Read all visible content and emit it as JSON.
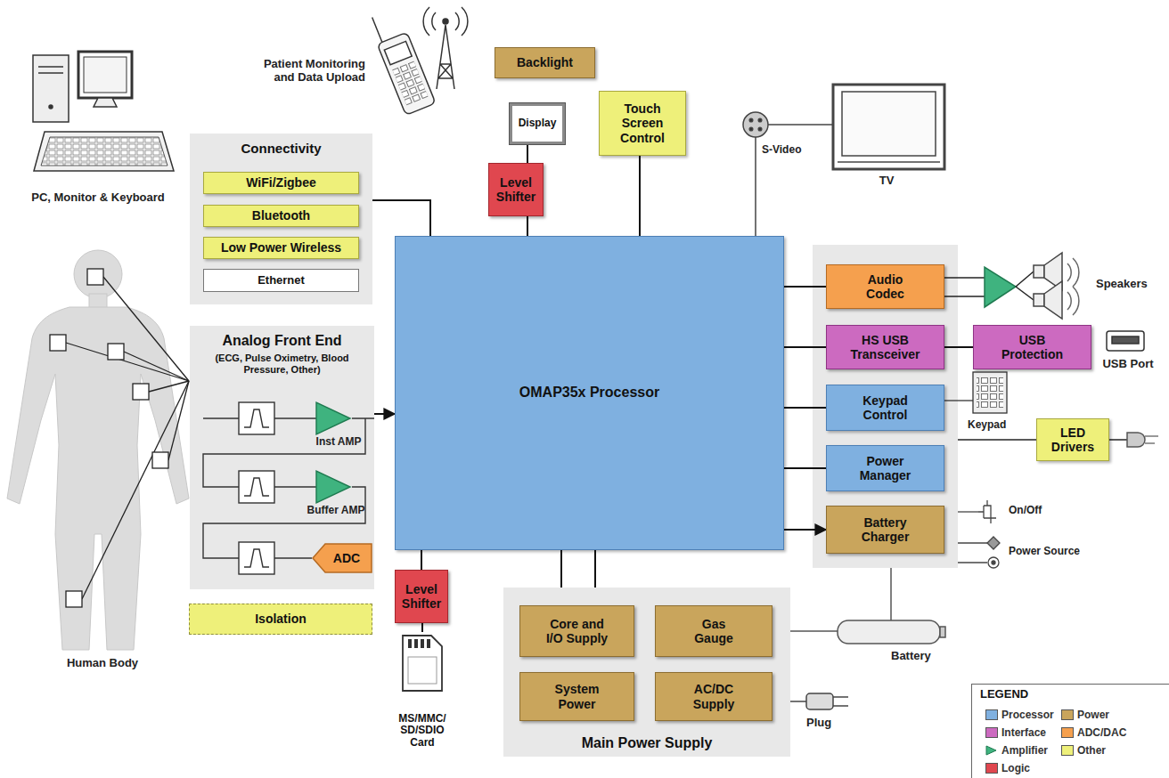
{
  "diagram": {
    "nodes": [
      {
        "text": [
          "Backlight"
        ]
      },
      {
        "text": [
          "Display"
        ]
      },
      {
        "text": [
          "Level Shifter"
        ]
      },
      {
        "text": [
          "Touch Screen Control"
        ]
      },
      {
        "text": [
          "Connectivity"
        ]
      },
      {
        "text": [
          "WiFi/Zigbee"
        ],
        "in": 4
      },
      {
        "text": [
          "Bluetooth"
        ],
        "in": 4
      },
      {
        "text": [
          "Low Power Wireless"
        ],
        "in": 4
      },
      {
        "text": [
          "Ethernet"
        ],
        "in": 4
      },
      {
        "text": [
          "Analog Front End",
          "(ECG, Pulse Oximetry, Blood Pressure, Other)"
        ]
      },
      {
        "text": [
          "ADC"
        ],
        "in": 9
      },
      {
        "text": [
          "Isolation"
        ]
      },
      {
        "text": [
          "OMAP35x Processor"
        ]
      },
      {
        "text": [
          "Level Shifter"
        ]
      },
      {
        "text": [
          "MS/MMC/ SD/SDIO Card"
        ]
      },
      {
        "text": [
          "Main Power Supply"
        ]
      },
      {
        "text": [
          "Core and I/O Supply"
        ],
        "in": 15
      },
      {
        "text": [
          "Gas Gauge"
        ],
        "in": 15
      },
      {
        "text": [
          "System Power"
        ],
        "in": 15
      },
      {
        "text": [
          "AC/DC Supply"
        ],
        "in": 15
      },
      {
        "text": [
          "Audio Codec"
        ]
      },
      {
        "text": [
          "HS USB Transceiver"
        ]
      },
      {
        "text": [
          "Keypad Control"
        ]
      },
      {
        "text": [
          "Power Manager"
        ]
      },
      {
        "text": [
          "Battery Charger"
        ]
      },
      {
        "text": [
          "USB Protection"
        ]
      },
      {
        "text": [
          "LED Drivers"
        ]
      }
    ],
    "edges": [
      {
        "from": 4,
        "to": 12,
        "arrow": "none"
      },
      {
        "from": 1,
        "to": 2,
        "arrow": "none"
      },
      {
        "from": 2,
        "to": 12,
        "arrow": "none"
      },
      {
        "from": 3,
        "to": 12,
        "arrow": "none"
      },
      {
        "from": 9,
        "to": 12,
        "arrow": "to"
      },
      {
        "from": 12,
        "to": 20,
        "arrow": "none"
      },
      {
        "from": 12,
        "to": 21,
        "arrow": "none"
      },
      {
        "from": 12,
        "to": 22,
        "arrow": "none"
      },
      {
        "from": 12,
        "to": 23,
        "arrow": "none"
      },
      {
        "from": 12,
        "to": 24,
        "arrow": "to"
      },
      {
        "from": 12,
        "to": 13,
        "arrow": "none"
      },
      {
        "from": 13,
        "to": 14,
        "arrow": "none"
      },
      {
        "from": 12,
        "to": 15,
        "arrow": "none"
      },
      {
        "from": 12,
        "to": 15,
        "arrow": "none"
      },
      {
        "from": 21,
        "to": 25,
        "arrow": "none"
      }
    ],
    "labels": [
      "Patient Monitoring and Data Upload",
      "PC, Monitor & Keyboard",
      "Human Body",
      "S-Video",
      "TV",
      "Speakers",
      "USB Port",
      "Keypad",
      "On/Off",
      "Power Source",
      "Battery",
      "Plug",
      "Inst AMP",
      "Buffer AMP",
      "LEGEND"
    ],
    "legend": [
      {
        "text": "Processor",
        "color": "#7fb0e0"
      },
      {
        "text": "Power",
        "color": "#c9a55c"
      },
      {
        "text": "Interface",
        "color": "#cc6ac0"
      },
      {
        "text": "ADC/DAC",
        "color": "#f5a04e"
      },
      {
        "text": "Amplifier"
      },
      {
        "text": "Other",
        "color": "#eef07a"
      },
      {
        "text": "Logic",
        "color": "#e0474f"
      }
    ]
  }
}
